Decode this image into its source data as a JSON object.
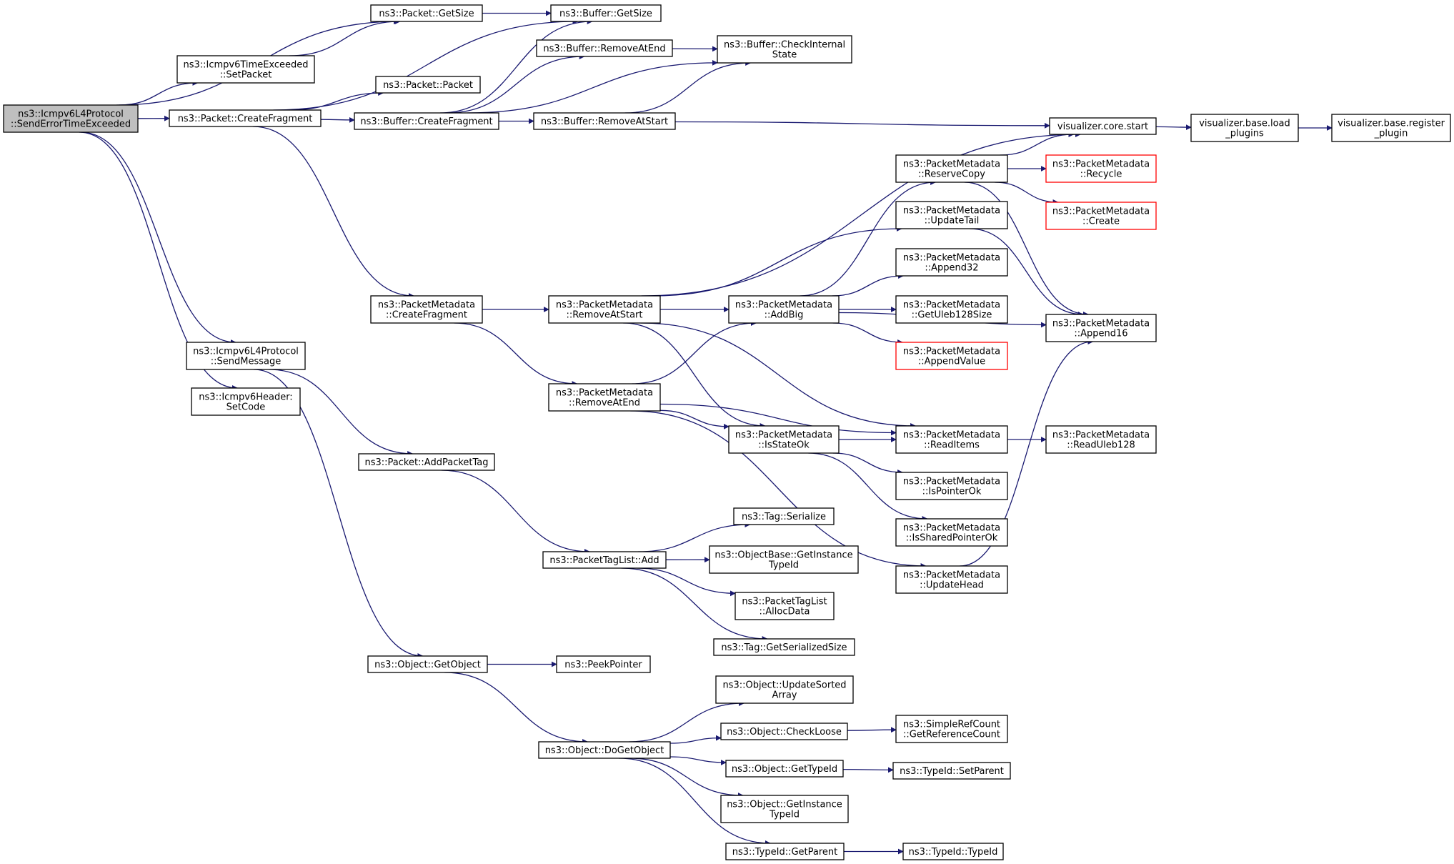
{
  "colors": {
    "edge": "#191970",
    "root_fill": "#bfbfbf",
    "node_fill": "#ffffff",
    "node_border": "#000000",
    "truncated_border": "#ff0000"
  },
  "nodes": [
    {
      "id": "root",
      "lines": [
        "ns3::Icmpv6L4Protocol",
        "::SendErrorTimeExceeded"
      ],
      "root": true
    },
    {
      "id": "pkt_getsize",
      "lines": [
        "ns3::Packet::GetSize"
      ]
    },
    {
      "id": "buf_getsize",
      "lines": [
        "ns3::Buffer::GetSize"
      ]
    },
    {
      "id": "icmp_setpacket",
      "lines": [
        "ns3::Icmpv6TimeExceeded",
        "::SetPacket"
      ]
    },
    {
      "id": "buf_removeatend",
      "lines": [
        "ns3::Buffer::RemoveAtEnd"
      ]
    },
    {
      "id": "buf_checkinternal",
      "lines": [
        "ns3::Buffer::CheckInternal",
        "State"
      ]
    },
    {
      "id": "pkt_packet",
      "lines": [
        "ns3::Packet::Packet"
      ]
    },
    {
      "id": "pkt_createfragment",
      "lines": [
        "ns3::Packet::CreateFragment"
      ]
    },
    {
      "id": "buf_createfragment",
      "lines": [
        "ns3::Buffer::CreateFragment"
      ]
    },
    {
      "id": "buf_removeatstart",
      "lines": [
        "ns3::Buffer::RemoveAtStart"
      ]
    },
    {
      "id": "vis_core_start",
      "lines": [
        "visualizer.core.start"
      ]
    },
    {
      "id": "vis_load_plugins",
      "lines": [
        "visualizer.base.load",
        "_plugins"
      ]
    },
    {
      "id": "vis_register_plugin",
      "lines": [
        "visualizer.base.register",
        "_plugin"
      ]
    },
    {
      "id": "pm_reservecopy",
      "lines": [
        "ns3::PacketMetadata",
        "::ReserveCopy"
      ]
    },
    {
      "id": "pm_recycle",
      "lines": [
        "ns3::PacketMetadata",
        "::Recycle"
      ],
      "truncated": true
    },
    {
      "id": "pm_updatetail",
      "lines": [
        "ns3::PacketMetadata",
        "::UpdateTail"
      ]
    },
    {
      "id": "pm_create",
      "lines": [
        "ns3::PacketMetadata",
        "::Create"
      ],
      "truncated": true
    },
    {
      "id": "pm_append32",
      "lines": [
        "ns3::PacketMetadata",
        "::Append32"
      ]
    },
    {
      "id": "pm_createfragment",
      "lines": [
        "ns3::PacketMetadata",
        "::CreateFragment"
      ]
    },
    {
      "id": "pm_removeatstart",
      "lines": [
        "ns3::PacketMetadata",
        "::RemoveAtStart"
      ]
    },
    {
      "id": "pm_addbig",
      "lines": [
        "ns3::PacketMetadata",
        "::AddBig"
      ]
    },
    {
      "id": "pm_getuleb128size",
      "lines": [
        "ns3::PacketMetadata",
        "::GetUleb128Size"
      ]
    },
    {
      "id": "pm_append16",
      "lines": [
        "ns3::PacketMetadata",
        "::Append16"
      ]
    },
    {
      "id": "icmp_sendmessage",
      "lines": [
        "ns3::Icmpv6L4Protocol",
        "::SendMessage"
      ]
    },
    {
      "id": "pm_appendvalue",
      "lines": [
        "ns3::PacketMetadata",
        "::AppendValue"
      ],
      "truncated": true
    },
    {
      "id": "icmp_setcode",
      "lines": [
        "ns3::Icmpv6Header:",
        "SetCode"
      ]
    },
    {
      "id": "pm_removeatend",
      "lines": [
        "ns3::PacketMetadata",
        "::RemoveAtEnd"
      ]
    },
    {
      "id": "pm_isstateok",
      "lines": [
        "ns3::PacketMetadata",
        "::IsStateOk"
      ]
    },
    {
      "id": "pm_readitems",
      "lines": [
        "ns3::PacketMetadata",
        "::ReadItems"
      ]
    },
    {
      "id": "pm_readuleb128",
      "lines": [
        "ns3::PacketMetadata",
        "::ReadUleb128"
      ]
    },
    {
      "id": "pkt_addpackettag",
      "lines": [
        "ns3::Packet::AddPacketTag"
      ]
    },
    {
      "id": "pm_ispointerok",
      "lines": [
        "ns3::PacketMetadata",
        "::IsPointerOk"
      ]
    },
    {
      "id": "pm_issharedpointerok",
      "lines": [
        "ns3::PacketMetadata",
        "::IsSharedPointerOk"
      ]
    },
    {
      "id": "tag_serialize",
      "lines": [
        "ns3::Tag::Serialize"
      ]
    },
    {
      "id": "ptl_add",
      "lines": [
        "ns3::PacketTagList::Add"
      ]
    },
    {
      "id": "objbase_getinstancetypeid",
      "lines": [
        "ns3::ObjectBase::GetInstance",
        "TypeId"
      ]
    },
    {
      "id": "pm_updatehead",
      "lines": [
        "ns3::PacketMetadata",
        "::UpdateHead"
      ]
    },
    {
      "id": "ptl_allocdata",
      "lines": [
        "ns3::PacketTagList",
        "::AllocData"
      ]
    },
    {
      "id": "tag_getserializedsize",
      "lines": [
        "ns3::Tag::GetSerializedSize"
      ]
    },
    {
      "id": "obj_getobject",
      "lines": [
        "ns3::Object::GetObject"
      ]
    },
    {
      "id": "peekpointer",
      "lines": [
        "ns3::PeekPointer"
      ]
    },
    {
      "id": "obj_updatesortedarray",
      "lines": [
        "ns3::Object::UpdateSorted",
        "Array"
      ]
    },
    {
      "id": "obj_checkloose",
      "lines": [
        "ns3::Object::CheckLoose"
      ]
    },
    {
      "id": "src_getreferencecount",
      "lines": [
        "ns3::SimpleRefCount",
        "::GetReferenceCount"
      ]
    },
    {
      "id": "obj_dogetobject",
      "lines": [
        "ns3::Object::DoGetObject"
      ]
    },
    {
      "id": "obj_gettypeid",
      "lines": [
        "ns3::Object::GetTypeId"
      ]
    },
    {
      "id": "typeid_setparent",
      "lines": [
        "ns3::TypeId::SetParent"
      ]
    },
    {
      "id": "obj_getinstancetypeid",
      "lines": [
        "ns3::Object::GetInstance",
        "TypeId"
      ]
    },
    {
      "id": "typeid_getparent",
      "lines": [
        "ns3::TypeId::GetParent"
      ]
    },
    {
      "id": "typeid_typeid",
      "lines": [
        "ns3::TypeId::TypeId"
      ]
    }
  ],
  "edges": [
    [
      "root",
      "pkt_getsize"
    ],
    [
      "root",
      "icmp_setpacket"
    ],
    [
      "root",
      "pkt_createfragment"
    ],
    [
      "root",
      "icmp_sendmessage"
    ],
    [
      "root",
      "icmp_setcode"
    ],
    [
      "pkt_getsize",
      "buf_getsize"
    ],
    [
      "icmp_setpacket",
      "pkt_getsize"
    ],
    [
      "pkt_createfragment",
      "buf_getsize"
    ],
    [
      "pkt_createfragment",
      "pkt_packet"
    ],
    [
      "pkt_createfragment",
      "buf_createfragment"
    ],
    [
      "pkt_createfragment",
      "pm_createfragment"
    ],
    [
      "buf_createfragment",
      "buf_getsize"
    ],
    [
      "buf_createfragment",
      "buf_removeatend"
    ],
    [
      "buf_createfragment",
      "buf_checkinternal"
    ],
    [
      "buf_createfragment",
      "buf_removeatstart"
    ],
    [
      "buf_removeatend",
      "buf_checkinternal"
    ],
    [
      "buf_removeatstart",
      "buf_checkinternal"
    ],
    [
      "buf_removeatstart",
      "vis_core_start"
    ],
    [
      "vis_core_start",
      "vis_load_plugins"
    ],
    [
      "vis_load_plugins",
      "vis_register_plugin"
    ],
    [
      "pm_createfragment",
      "pm_removeatstart"
    ],
    [
      "pm_createfragment",
      "pm_removeatend"
    ],
    [
      "pm_removeatstart",
      "vis_core_start"
    ],
    [
      "pm_removeatstart",
      "pm_updatetail"
    ],
    [
      "pm_removeatstart",
      "pm_addbig"
    ],
    [
      "pm_removeatstart",
      "pm_isstateok"
    ],
    [
      "pm_removeatstart",
      "pm_readitems"
    ],
    [
      "pm_addbig",
      "pm_reservecopy"
    ],
    [
      "pm_addbig",
      "pm_append32"
    ],
    [
      "pm_addbig",
      "pm_getuleb128size"
    ],
    [
      "pm_addbig",
      "pm_appendvalue"
    ],
    [
      "pm_addbig",
      "pm_append16"
    ],
    [
      "pm_reservecopy",
      "vis_core_start"
    ],
    [
      "pm_reservecopy",
      "pm_recycle"
    ],
    [
      "pm_reservecopy",
      "pm_create"
    ],
    [
      "pm_reservecopy",
      "pm_append16"
    ],
    [
      "pm_updatetail",
      "pm_append16"
    ],
    [
      "pm_removeatend",
      "pm_addbig"
    ],
    [
      "pm_removeatend",
      "pm_isstateok"
    ],
    [
      "pm_removeatend",
      "pm_readitems"
    ],
    [
      "pm_removeatend",
      "pm_updatehead"
    ],
    [
      "pm_isstateok",
      "pm_readitems"
    ],
    [
      "pm_isstateok",
      "pm_ispointerok"
    ],
    [
      "pm_isstateok",
      "pm_issharedpointerok"
    ],
    [
      "pm_readitems",
      "pm_readuleb128"
    ],
    [
      "pm_updatehead",
      "pm_append16"
    ],
    [
      "icmp_sendmessage",
      "pkt_addpackettag"
    ],
    [
      "icmp_sendmessage",
      "obj_getobject"
    ],
    [
      "pkt_addpackettag",
      "ptl_add"
    ],
    [
      "ptl_add",
      "tag_serialize"
    ],
    [
      "ptl_add",
      "objbase_getinstancetypeid"
    ],
    [
      "ptl_add",
      "ptl_allocdata"
    ],
    [
      "ptl_add",
      "tag_getserializedsize"
    ],
    [
      "obj_getobject",
      "peekpointer"
    ],
    [
      "obj_getobject",
      "obj_dogetobject"
    ],
    [
      "obj_dogetobject",
      "obj_updatesortedarray"
    ],
    [
      "obj_dogetobject",
      "obj_checkloose"
    ],
    [
      "obj_dogetobject",
      "obj_gettypeid"
    ],
    [
      "obj_dogetobject",
      "obj_getinstancetypeid"
    ],
    [
      "obj_dogetobject",
      "typeid_getparent"
    ],
    [
      "obj_checkloose",
      "src_getreferencecount"
    ],
    [
      "obj_gettypeid",
      "typeid_setparent"
    ],
    [
      "typeid_getparent",
      "typeid_typeid"
    ]
  ]
}
